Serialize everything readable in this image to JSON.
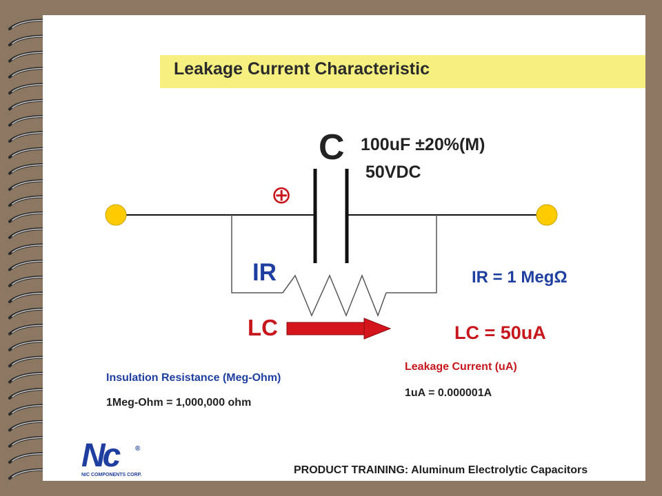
{
  "title": "Leakage Current Characteristic",
  "capacitor": {
    "symbol": "C",
    "spec": "100uF ±20%(M)",
    "voltage": "50VDC",
    "polarity_mark": "⊕"
  },
  "ir": {
    "label": "IR",
    "value": "IR = 1 MegΩ",
    "def_title": "Insulation Resistance (Meg-Ohm)",
    "def_conversion": "1Meg-Ohm = 1,000,000 ohm"
  },
  "lc": {
    "label": "LC",
    "value": "LC = 50uA",
    "def_title": "Leakage Current (uA)",
    "def_conversion": "1uA = 0.000001A"
  },
  "logo": {
    "mark": "Nc",
    "registered": "®",
    "company": "NIC COMPONENTS CORP."
  },
  "footer": "PRODUCT TRAINING: Aluminum Electrolytic Capacitors",
  "colors": {
    "background": "#8b7762",
    "page": "#ffffff",
    "title_band": "#f5f080",
    "blue_text": "#1f3fa0",
    "red_text": "#c8161d",
    "terminal": "#ffcc00",
    "arrow": "#d4151b"
  }
}
